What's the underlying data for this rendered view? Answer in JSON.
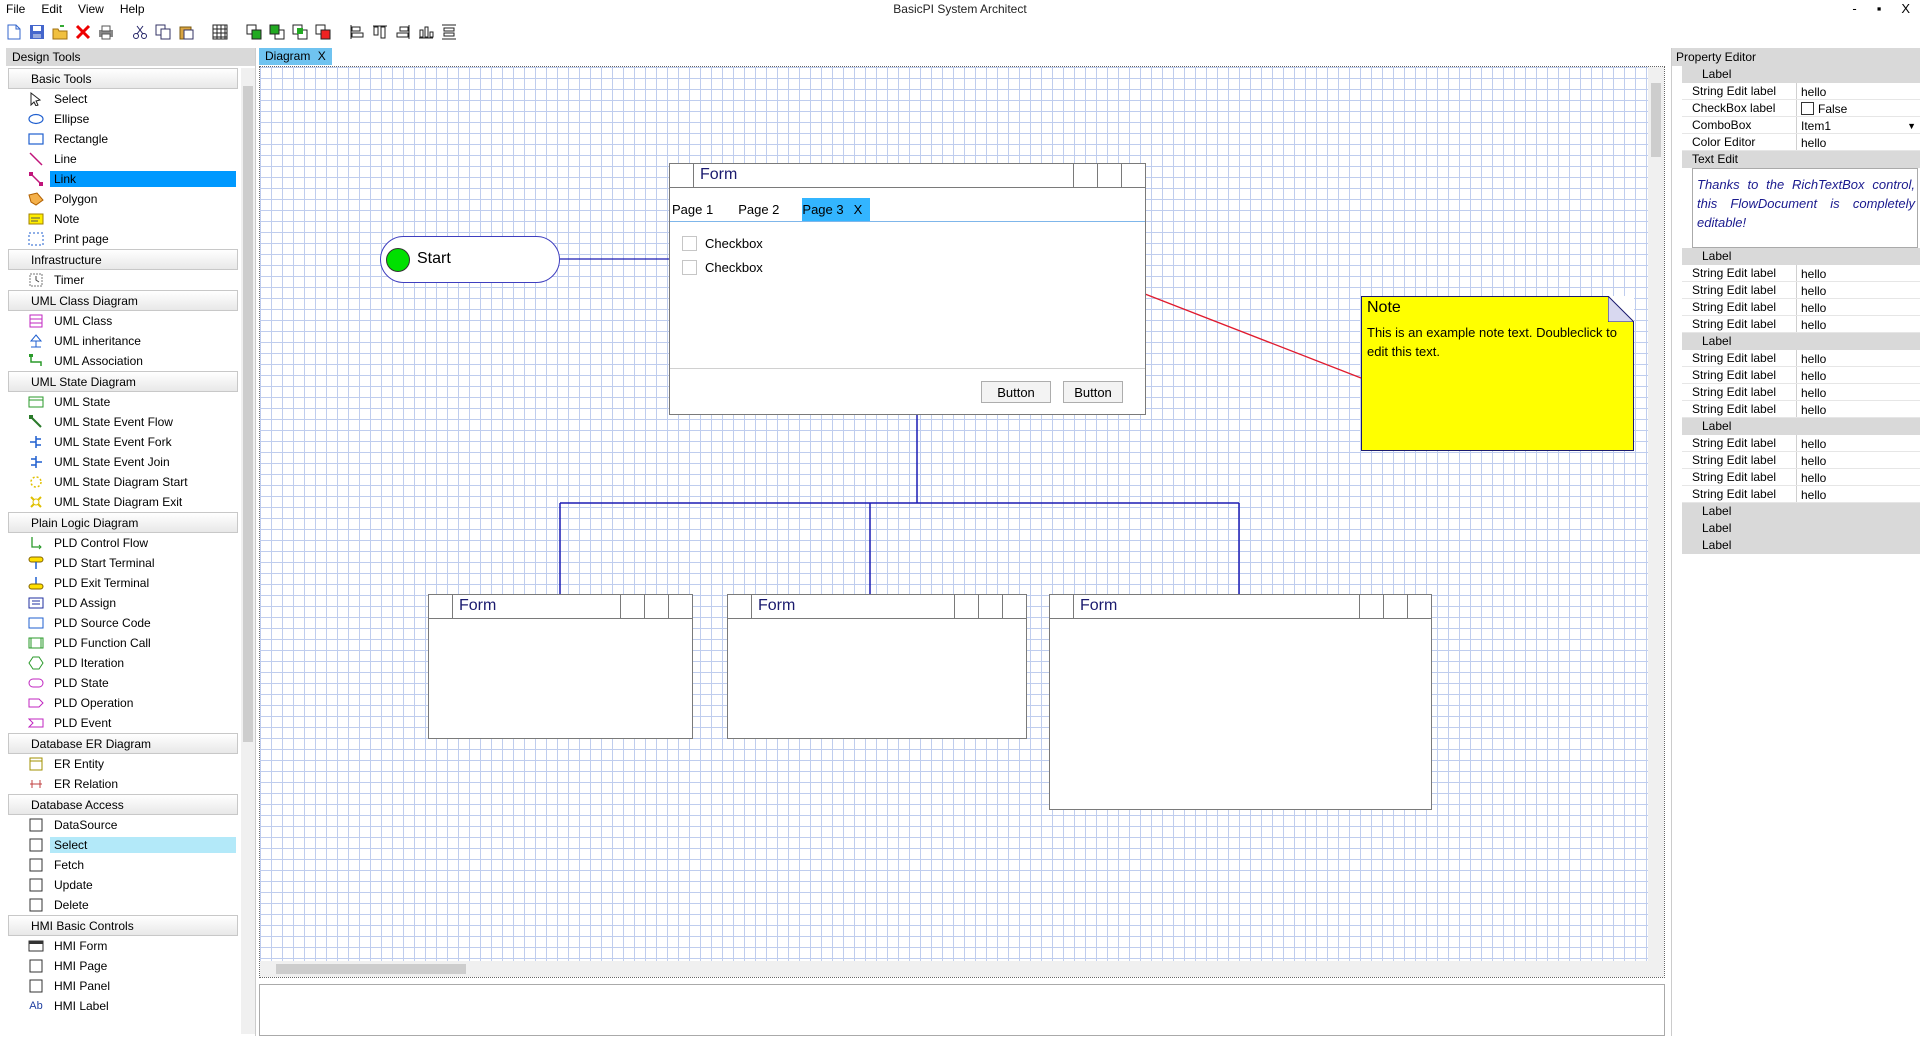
{
  "window": {
    "title": "BasicPI System Architect",
    "controls": [
      "-",
      "▪",
      "X"
    ]
  },
  "menu": [
    "File",
    "Edit",
    "View",
    "Help"
  ],
  "toolbar": {
    "icons": [
      "new-document-icon",
      "save-icon",
      "open-icon",
      "delete-icon",
      "print-icon",
      "cut-icon",
      "copy-icon",
      "paste-icon",
      "grid-icon",
      "bring-forward-icon",
      "send-backward-icon",
      "bring-to-front-icon",
      "send-to-back-icon",
      "align-left-icon",
      "align-top-icon",
      "align-right-icon",
      "distribute-horizontal-icon",
      "distribute-vertical-icon"
    ]
  },
  "design_tools": {
    "header": "Design Tools",
    "categories": [
      {
        "name": "Basic Tools",
        "items": [
          "Select",
          "Ellipse",
          "Rectangle",
          "Line",
          "Link",
          "Polygon",
          "Note",
          "Print page"
        ]
      },
      {
        "name": "Infrastructure",
        "items": [
          "Timer"
        ]
      },
      {
        "name": "UML Class Diagram",
        "items": [
          "UML Class",
          "UML inheritance",
          "UML Association"
        ]
      },
      {
        "name": "UML State Diagram",
        "items": [
          "UML State",
          "UML State Event Flow",
          "UML State Event Fork",
          "UML State Event Join",
          "UML State Diagram Start",
          "UML State Diagram Exit"
        ]
      },
      {
        "name": "Plain Logic Diagram",
        "items": [
          "PLD Control Flow",
          "PLD Start Terminal",
          "PLD Exit Terminal",
          "PLD Assign",
          "PLD Source Code",
          "PLD Function Call",
          "PLD Iteration",
          "PLD State",
          "PLD Operation",
          "PLD Event"
        ]
      },
      {
        "name": "Database ER Diagram",
        "items": [
          "ER Entity",
          "ER Relation"
        ]
      },
      {
        "name": "Database Access",
        "items": [
          "DataSource",
          "Select",
          "Fetch",
          "Update",
          "Delete"
        ]
      },
      {
        "name": "HMI Basic Controls",
        "items": [
          "HMI Form",
          "HMI Page",
          "HMI Panel",
          "HMI Label"
        ]
      }
    ]
  },
  "doc_tab": {
    "label": "Diagram",
    "close": "X"
  },
  "canvas": {
    "start": {
      "label": "Start"
    },
    "main_form": {
      "title": "Form",
      "tabs": [
        "Page 1",
        "Page 2",
        "Page 3"
      ],
      "active_tab_close": "X",
      "checkboxes": [
        "Checkbox",
        "Checkbox"
      ],
      "buttons": [
        "Button",
        "Button"
      ]
    },
    "child_forms": [
      "Form",
      "Form",
      "Form"
    ],
    "note": {
      "title": "Note",
      "text": "This is an example note text. Doubleclick to edit this text."
    }
  },
  "property_editor": {
    "header": "Property Editor",
    "group_label": "Label",
    "first_group": [
      {
        "key": "String Edit label",
        "value": "hello"
      },
      {
        "key": "CheckBox label",
        "value": "False"
      },
      {
        "key": "ComboBox",
        "value": "Item1"
      },
      {
        "key": "Color Editor",
        "value": "hello"
      }
    ],
    "text_edit_label": "Text Edit",
    "rich_text": "Thanks to the RichTextBox control, this FlowDocument is completely editable!",
    "string_edit_label": "String Edit label",
    "string_value": "hello"
  },
  "colors": {
    "accent": "#0099ff",
    "grid": "#bfcdee",
    "note": "#ffff00",
    "link": "#1c1cb4",
    "red_link": "#e01b2e"
  }
}
